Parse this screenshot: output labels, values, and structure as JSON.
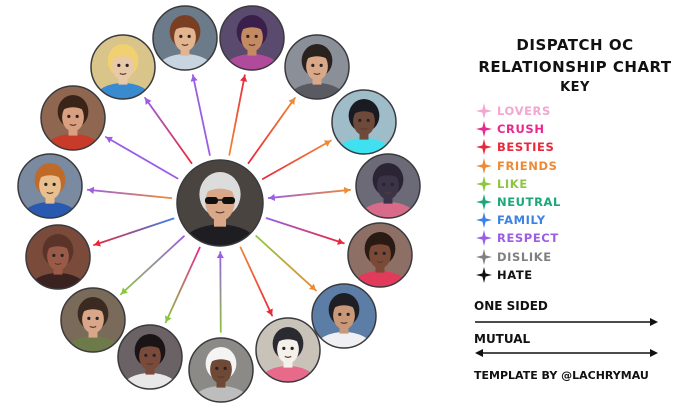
{
  "title_line1": "DISPATCH OC",
  "title_line2": "RELATIONSHIP CHART",
  "key_heading": "KEY",
  "key": [
    {
      "label": "LOVERS",
      "color": "#f5a6cf"
    },
    {
      "label": "CRUSH",
      "color": "#e8288c"
    },
    {
      "label": "BESTIES",
      "color": "#e8293a"
    },
    {
      "label": "FRIENDS",
      "color": "#ee8a35"
    },
    {
      "label": "LIKE",
      "color": "#8cc63f"
    },
    {
      "label": "NEUTRAL",
      "color": "#1aa87a"
    },
    {
      "label": "FAMILY",
      "color": "#3b82e8"
    },
    {
      "label": "RESPECT",
      "color": "#9b5de5"
    },
    {
      "label": "DISLIKE",
      "color": "#808080"
    },
    {
      "label": "HATE",
      "color": "#111111"
    }
  ],
  "one_sided_label": "ONE SIDED",
  "mutual_label": "MUTUAL",
  "credit": "TEMPLATE BY @LACHRYMAU",
  "portraits": [
    {
      "name": "portrait-blonde-masked-hero",
      "bg": "#d9c48a",
      "skin": "#e8c9a8",
      "hair": "#f0d070",
      "accent": "#3a8ad0"
    },
    {
      "name": "portrait-brown-hair-man",
      "bg": "#6b7b8a",
      "skin": "#e2b48f",
      "hair": "#7a3f22",
      "accent": "#c8d4e0"
    },
    {
      "name": "portrait-purple-hair-woman",
      "bg": "#5a4a6e",
      "skin": "#c48a62",
      "hair": "#3a1f4a",
      "accent": "#b04a9a"
    },
    {
      "name": "portrait-dark-hair-bearded-man",
      "bg": "#8a8f98",
      "skin": "#d8a888",
      "hair": "#2a221e",
      "accent": "#5a5a62"
    },
    {
      "name": "portrait-cyan-visor-woman",
      "bg": "#9fbdc8",
      "skin": "#6e4a3a",
      "hair": "#1a1a22",
      "accent": "#3fe0f0"
    },
    {
      "name": "portrait-bat-creature",
      "bg": "#6d6a78",
      "skin": "#3b3448",
      "hair": "#2a2434",
      "accent": "#d86a8a"
    },
    {
      "name": "portrait-curly-hair-woman",
      "bg": "#8e6f66",
      "skin": "#7a4a36",
      "hair": "#2a1a14",
      "accent": "#e23a5a"
    },
    {
      "name": "portrait-suited-man",
      "bg": "#5c7ea6",
      "skin": "#c89878",
      "hair": "#1e1e24",
      "accent": "#f0f0f4"
    },
    {
      "name": "portrait-dog-hero",
      "bg": "#c8c2b8",
      "skin": "#f4f0ea",
      "hair": "#2a2a30",
      "accent": "#e86a8a"
    },
    {
      "name": "portrait-white-hair-elder",
      "bg": "#8c8a86",
      "skin": "#6e4a36",
      "hair": "#f4f4f4",
      "accent": "#bdbdbd"
    },
    {
      "name": "portrait-masked-woman",
      "bg": "#6a6264",
      "skin": "#7a4a3a",
      "hair": "#1a1416",
      "accent": "#e8e8e8"
    },
    {
      "name": "portrait-mustache-man",
      "bg": "#7a6a5a",
      "skin": "#d8a688",
      "hair": "#3a2a20",
      "accent": "#6e7a4a"
    },
    {
      "name": "portrait-walrus-creature",
      "bg": "#7a4a3a",
      "skin": "#9a5a48",
      "hair": "#5a3428",
      "accent": "#3a2220"
    },
    {
      "name": "portrait-goggles-hero",
      "bg": "#7a8aa0",
      "skin": "#e8c090",
      "hair": "#c06a2a",
      "accent": "#2a5ab0"
    },
    {
      "name": "portrait-mustached-biker",
      "bg": "#8f6650",
      "skin": "#d8a080",
      "hair": "#3a2418",
      "accent": "#c83a2a"
    }
  ],
  "center_portrait": {
    "name": "center-portrait-sunglasses-man",
    "bg": "#4a4440",
    "skin": "#d8a888",
    "hair": "#dcdcdc",
    "accent": "#1e1e22"
  },
  "arrows": [
    {
      "name": "arrow-to-blonde-masked-hero",
      "colors": [
        "#e8293a",
        "#9b5de5"
      ],
      "dir": "out"
    },
    {
      "name": "arrow-to-brown-hair-man",
      "colors": [
        "#9b5de5",
        "#9b5de5"
      ],
      "dir": "out"
    },
    {
      "name": "arrow-to-purple-hair-woman",
      "colors": [
        "#ee8a35",
        "#e8293a"
      ],
      "dir": "out"
    },
    {
      "name": "arrow-to-dark-hair-bearded-man",
      "colors": [
        "#e8293a",
        "#ee8a35"
      ],
      "dir": "out"
    },
    {
      "name": "arrow-to-cyan-visor-woman",
      "colors": [
        "#e8293a",
        "#ee8a35"
      ],
      "dir": "out"
    },
    {
      "name": "arrow-to-bat-creature",
      "colors": [
        "#9b5de5",
        "#ee8a35"
      ],
      "dir": "both"
    },
    {
      "name": "arrow-to-curly-hair-woman",
      "colors": [
        "#9b5de5",
        "#e8293a"
      ],
      "dir": "out"
    },
    {
      "name": "arrow-to-suited-man",
      "colors": [
        "#8cc63f",
        "#ee8a35"
      ],
      "dir": "out"
    },
    {
      "name": "arrow-to-dog-hero",
      "colors": [
        "#ee8a35",
        "#e8293a"
      ],
      "dir": "out"
    },
    {
      "name": "arrow-to-white-hair-elder",
      "colors": [
        "#9b5de5",
        "#8cc63f"
      ],
      "dir": "in"
    },
    {
      "name": "arrow-to-masked-woman",
      "colors": [
        "#e8288c",
        "#8cc63f"
      ],
      "dir": "out"
    },
    {
      "name": "arrow-to-mustache-man",
      "colors": [
        "#9b5de5",
        "#8cc63f"
      ],
      "dir": "out"
    },
    {
      "name": "arrow-to-walrus-creature",
      "colors": [
        "#3b82e8",
        "#e8293a"
      ],
      "dir": "out"
    },
    {
      "name": "arrow-to-goggles-hero",
      "colors": [
        "#ee8a35",
        "#9b5de5"
      ],
      "dir": "out"
    },
    {
      "name": "arrow-to-mustached-biker",
      "colors": [
        "#9b5de5",
        "#9b5de5"
      ],
      "dir": "out"
    }
  ]
}
